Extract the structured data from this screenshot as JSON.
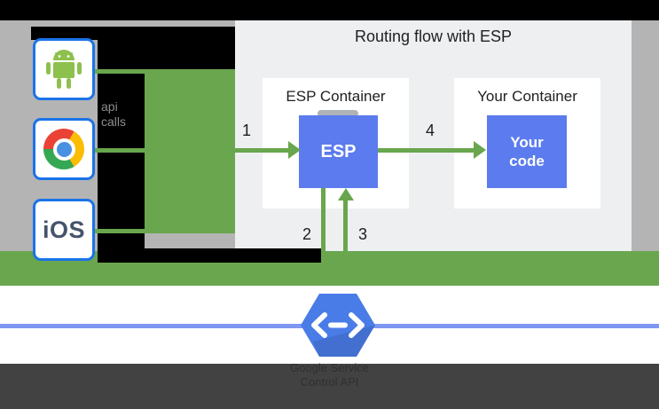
{
  "panel": {
    "title": "Routing flow with ESP"
  },
  "clients": {
    "ios_label": "iOS",
    "api_calls": {
      "line1": "api",
      "line2": "calls"
    }
  },
  "esp_container": {
    "title": "ESP Container",
    "box_label": "ESP"
  },
  "your_container": {
    "title": "Your Container",
    "box_line1": "Your",
    "box_line2": "code"
  },
  "steps": {
    "s1": "1",
    "s2": "2",
    "s3": "3",
    "s4": "4"
  },
  "footer": {
    "line1": "Google Service",
    "line2": "Control API"
  },
  "colors": {
    "flow_green": "#69a64e",
    "node_blue": "#5b7bee",
    "hexagon_blue": "#4a7ce8",
    "client_border_blue": "#1a73e8",
    "backdrop_gray": "#b4b4b4",
    "panel_gray": "#edeff1",
    "bottom_bar_gray": "#424242",
    "network_line_blue": "#7d97f3",
    "android_green": "#8dc04d"
  }
}
